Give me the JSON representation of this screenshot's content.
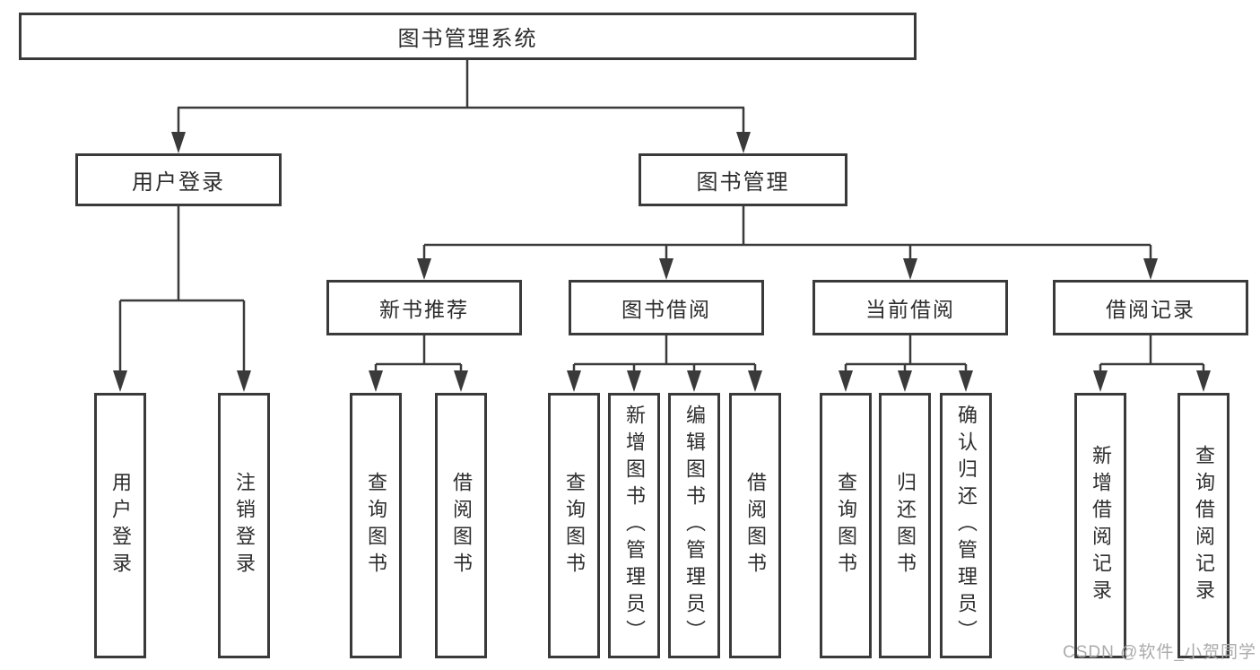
{
  "diagram": {
    "title": "图书管理系统",
    "branches": {
      "user_login": {
        "label": "用户登录",
        "children": [
          "用户登录",
          "注销登录"
        ]
      },
      "book_management": {
        "label": "图书管理",
        "sections": {
          "new_book_recommend": {
            "label": "新书推荐",
            "children": [
              "查询图书",
              "借阅图书"
            ]
          },
          "book_borrow": {
            "label": "图书借阅",
            "children": [
              "查询图书",
              "新增图书（管理员）",
              "编辑图书（管理员）",
              "借阅图书"
            ]
          },
          "current_borrow": {
            "label": "当前借阅",
            "children": [
              "查询图书",
              "归还图书",
              "确认归还（管理员）"
            ]
          },
          "borrow_records": {
            "label": "借阅记录",
            "children": [
              "新增借阅记录",
              "查询借阅记录"
            ]
          }
        }
      }
    },
    "watermark": "CSDN @软件_小贺同学",
    "colors": {
      "line": "#3a3a3a",
      "text": "#2d2d2d",
      "watermark": "#ababab",
      "background": "#ffffff"
    }
  }
}
